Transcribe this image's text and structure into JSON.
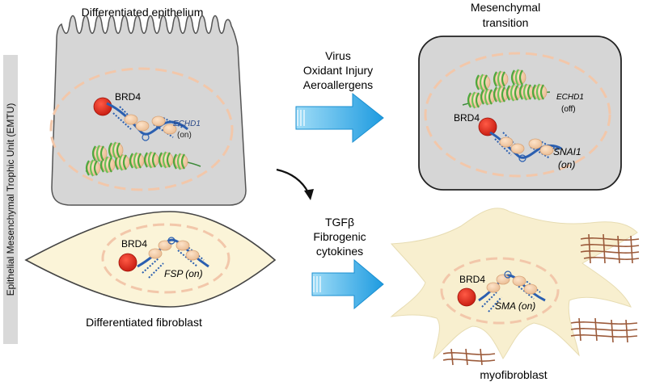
{
  "side_label": "Epithelial Mesenchymal Trophic Unit (EMTU)",
  "panels": {
    "differentiated_epithelium": {
      "title": "Differentiated epithelium",
      "protein": "BRD4",
      "gene": "ECHD1",
      "gene_state": "(on)"
    },
    "mesenchymal_transition": {
      "title_line1": "Mesenchymal",
      "title_line2": "transition",
      "protein": "BRD4",
      "gene_off": "ECHD1",
      "gene_off_state": "(off)",
      "gene_on": "SNAI1",
      "gene_on_state": "(on)"
    },
    "differentiated_fibroblast": {
      "title": "Differentiated fibroblast",
      "protein": "BRD4",
      "gene_label": "FSP (on)"
    },
    "myofibroblast": {
      "title": "myofibroblast",
      "protein": "BRD4",
      "gene_label": "SMA (on)"
    }
  },
  "stimuli_top": [
    "Virus",
    "Oxidant Injury",
    "Aeroallergens"
  ],
  "stimuli_bottom": [
    "TGFβ",
    "Fibrogenic",
    "cytokines"
  ],
  "colors": {
    "cell_gray": "#d6d6d6",
    "fibroblast_fill": "#fbf4d8",
    "myofibroblast_fill": "#f8efcf",
    "brd4_red": "#e5281c",
    "dna_blue": "#2b5fb0",
    "histone_peach": "#f1c9a3",
    "dna_green": "#5bb04a",
    "arrow_blue": "#33a7e0",
    "fiber_brown": "#9b5a3a",
    "nucleus_dash": "#f3c9ad"
  }
}
